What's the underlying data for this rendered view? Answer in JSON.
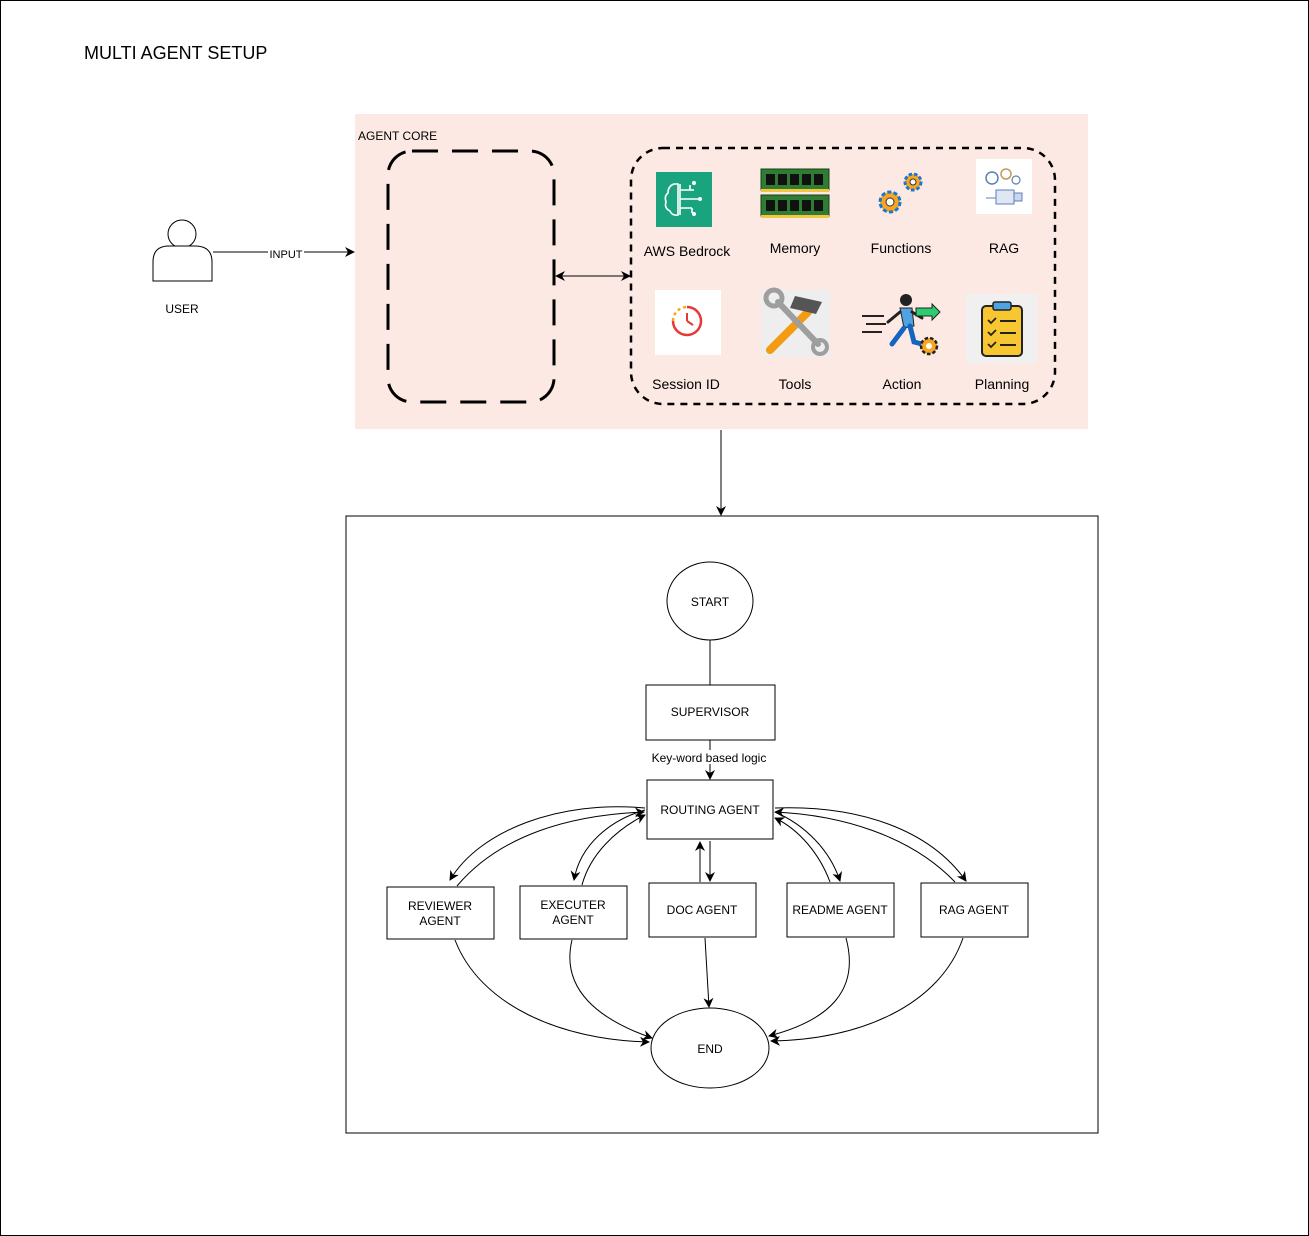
{
  "title": "MULTI AGENT SETUP",
  "user": {
    "label": "USER"
  },
  "input_edge": {
    "label": "INPUT"
  },
  "agent_core": {
    "label": "AGENT CORE",
    "capabilities": [
      {
        "label": "AWS Bedrock",
        "icon": "aws-bedrock-icon"
      },
      {
        "label": "Memory",
        "icon": "memory-ram-icon"
      },
      {
        "label": "Functions",
        "icon": "gears-icon"
      },
      {
        "label": "RAG",
        "icon": "rag-icon"
      },
      {
        "label": "Session ID",
        "icon": "clock-icon"
      },
      {
        "label": "Tools",
        "icon": "wrench-hammer-icon"
      },
      {
        "label": "Action",
        "icon": "running-person-icon"
      },
      {
        "label": "Planning",
        "icon": "clipboard-checklist-icon"
      }
    ]
  },
  "workflow": {
    "start": "START",
    "supervisor": "SUPERVISOR",
    "logic_label": "Key-word based logic",
    "router": "ROUTING AGENT",
    "agents": {
      "reviewer": [
        "REVIEWER",
        "AGENT"
      ],
      "executer": [
        "EXECUTER",
        "AGENT"
      ],
      "doc": "DOC AGENT",
      "readme": "README AGENT",
      "rag": "RAG AGENT"
    },
    "end": "END"
  },
  "colors": {
    "agent_core_bg": "#fde9e4",
    "bedrock_green": "#1aa37f",
    "memory_green": "#2e7d32",
    "gear_orange": "#f5a623",
    "gear_blue": "#1976d2",
    "tool_orange": "#f39c12",
    "clipboard_yellow": "#f8c630"
  }
}
